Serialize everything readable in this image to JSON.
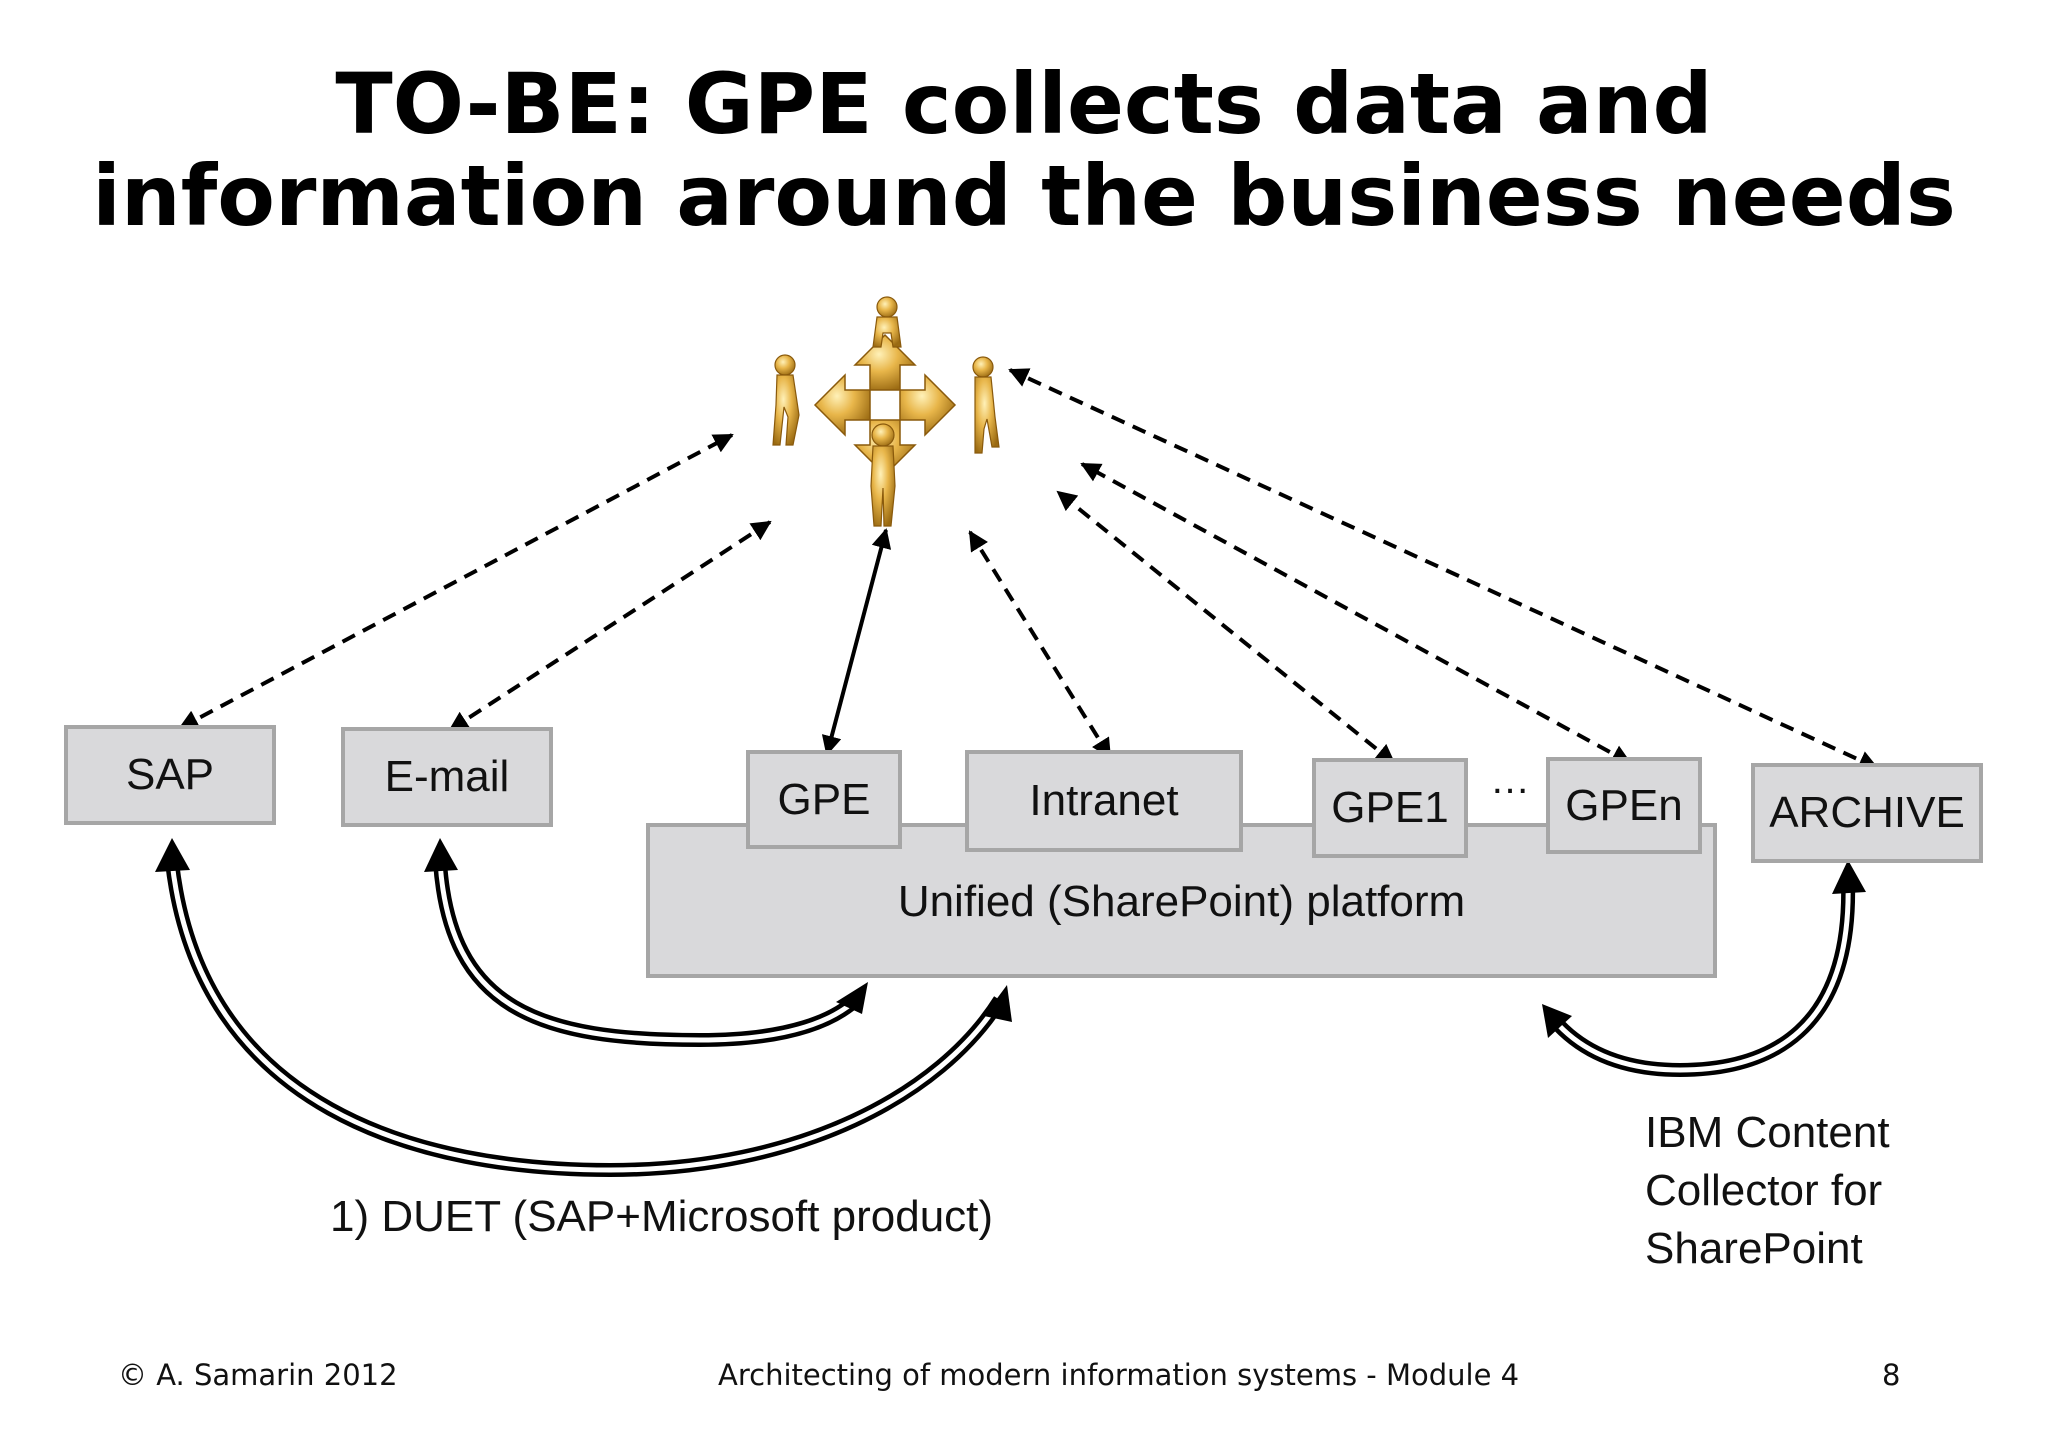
{
  "title": {
    "line1": "TO-BE: GPE collects data and",
    "line2": "information around the business needs"
  },
  "boxes": {
    "sap": "SAP",
    "email": "E-mail",
    "gpe": "GPE",
    "intranet": "Intranet",
    "gpe1": "GPE1",
    "ellipsis": "…",
    "gpen": "GPEn",
    "archive": "ARCHIVE",
    "platform": "Unified (SharePoint) platform"
  },
  "labels": {
    "duet": "1) DUET (SAP+Microsoft product)",
    "ibm_line1": "IBM Content",
    "ibm_line2": "Collector for",
    "ibm_line3": "SharePoint"
  },
  "footer": {
    "copyright": "© A. Samarin 2012",
    "course": "Architecting of modern information systems - Module 4",
    "page": "8"
  },
  "icons": {
    "central": "process-people-puzzle-icon"
  },
  "colors": {
    "box_fill": "#d9d9db",
    "box_border": "#a6a6a6",
    "gold": "#e2ab3a"
  }
}
